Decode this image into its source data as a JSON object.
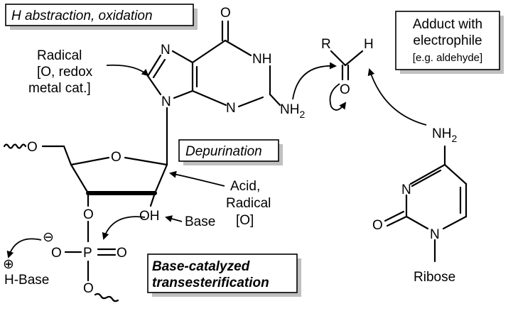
{
  "boxes": {
    "h_abstraction": "H abstraction, oxidation",
    "depurination": "Depurination",
    "base_catalyzed_1": "Base-catalyzed",
    "base_catalyzed_2": "transesterification",
    "adduct_1": "Adduct with",
    "adduct_2": "electrophile",
    "adduct_3": "[e.g. aldehyde]"
  },
  "labels": {
    "radical_1": "Radical",
    "radical_2": "[O, redox",
    "radical_3": "metal cat.]",
    "acid_1": "Acid,",
    "acid_2": "Radical",
    "acid_3": "[O]",
    "base": "Base",
    "h_base": "H-Base",
    "ribose": "Ribose"
  },
  "atoms": {
    "carbonyl_o": "O",
    "purine_n7": "N",
    "purine_nh": "NH",
    "purine_n3": "N",
    "purine_n9": "N",
    "purine_nh2": "NH",
    "nh2_sub": "2",
    "sugar_o_ring": "O",
    "sugar_o5": "O",
    "sugar_o3": "O",
    "sugar_oh": "OH",
    "phosphate_o_minus": "O",
    "phosphate_p": "P",
    "phosphate_o_double": "O",
    "phosphate_o_chain": "O",
    "aldehyde_r": "R",
    "aldehyde_h": "H",
    "aldehyde_o": "O",
    "cyt_nh2": "NH",
    "cyt_nh2_sub": "2",
    "cyt_n3": "N",
    "cyt_o": "O",
    "cyt_n1": "N",
    "minus_sign": "⊖",
    "plus_sign": "⊕"
  }
}
